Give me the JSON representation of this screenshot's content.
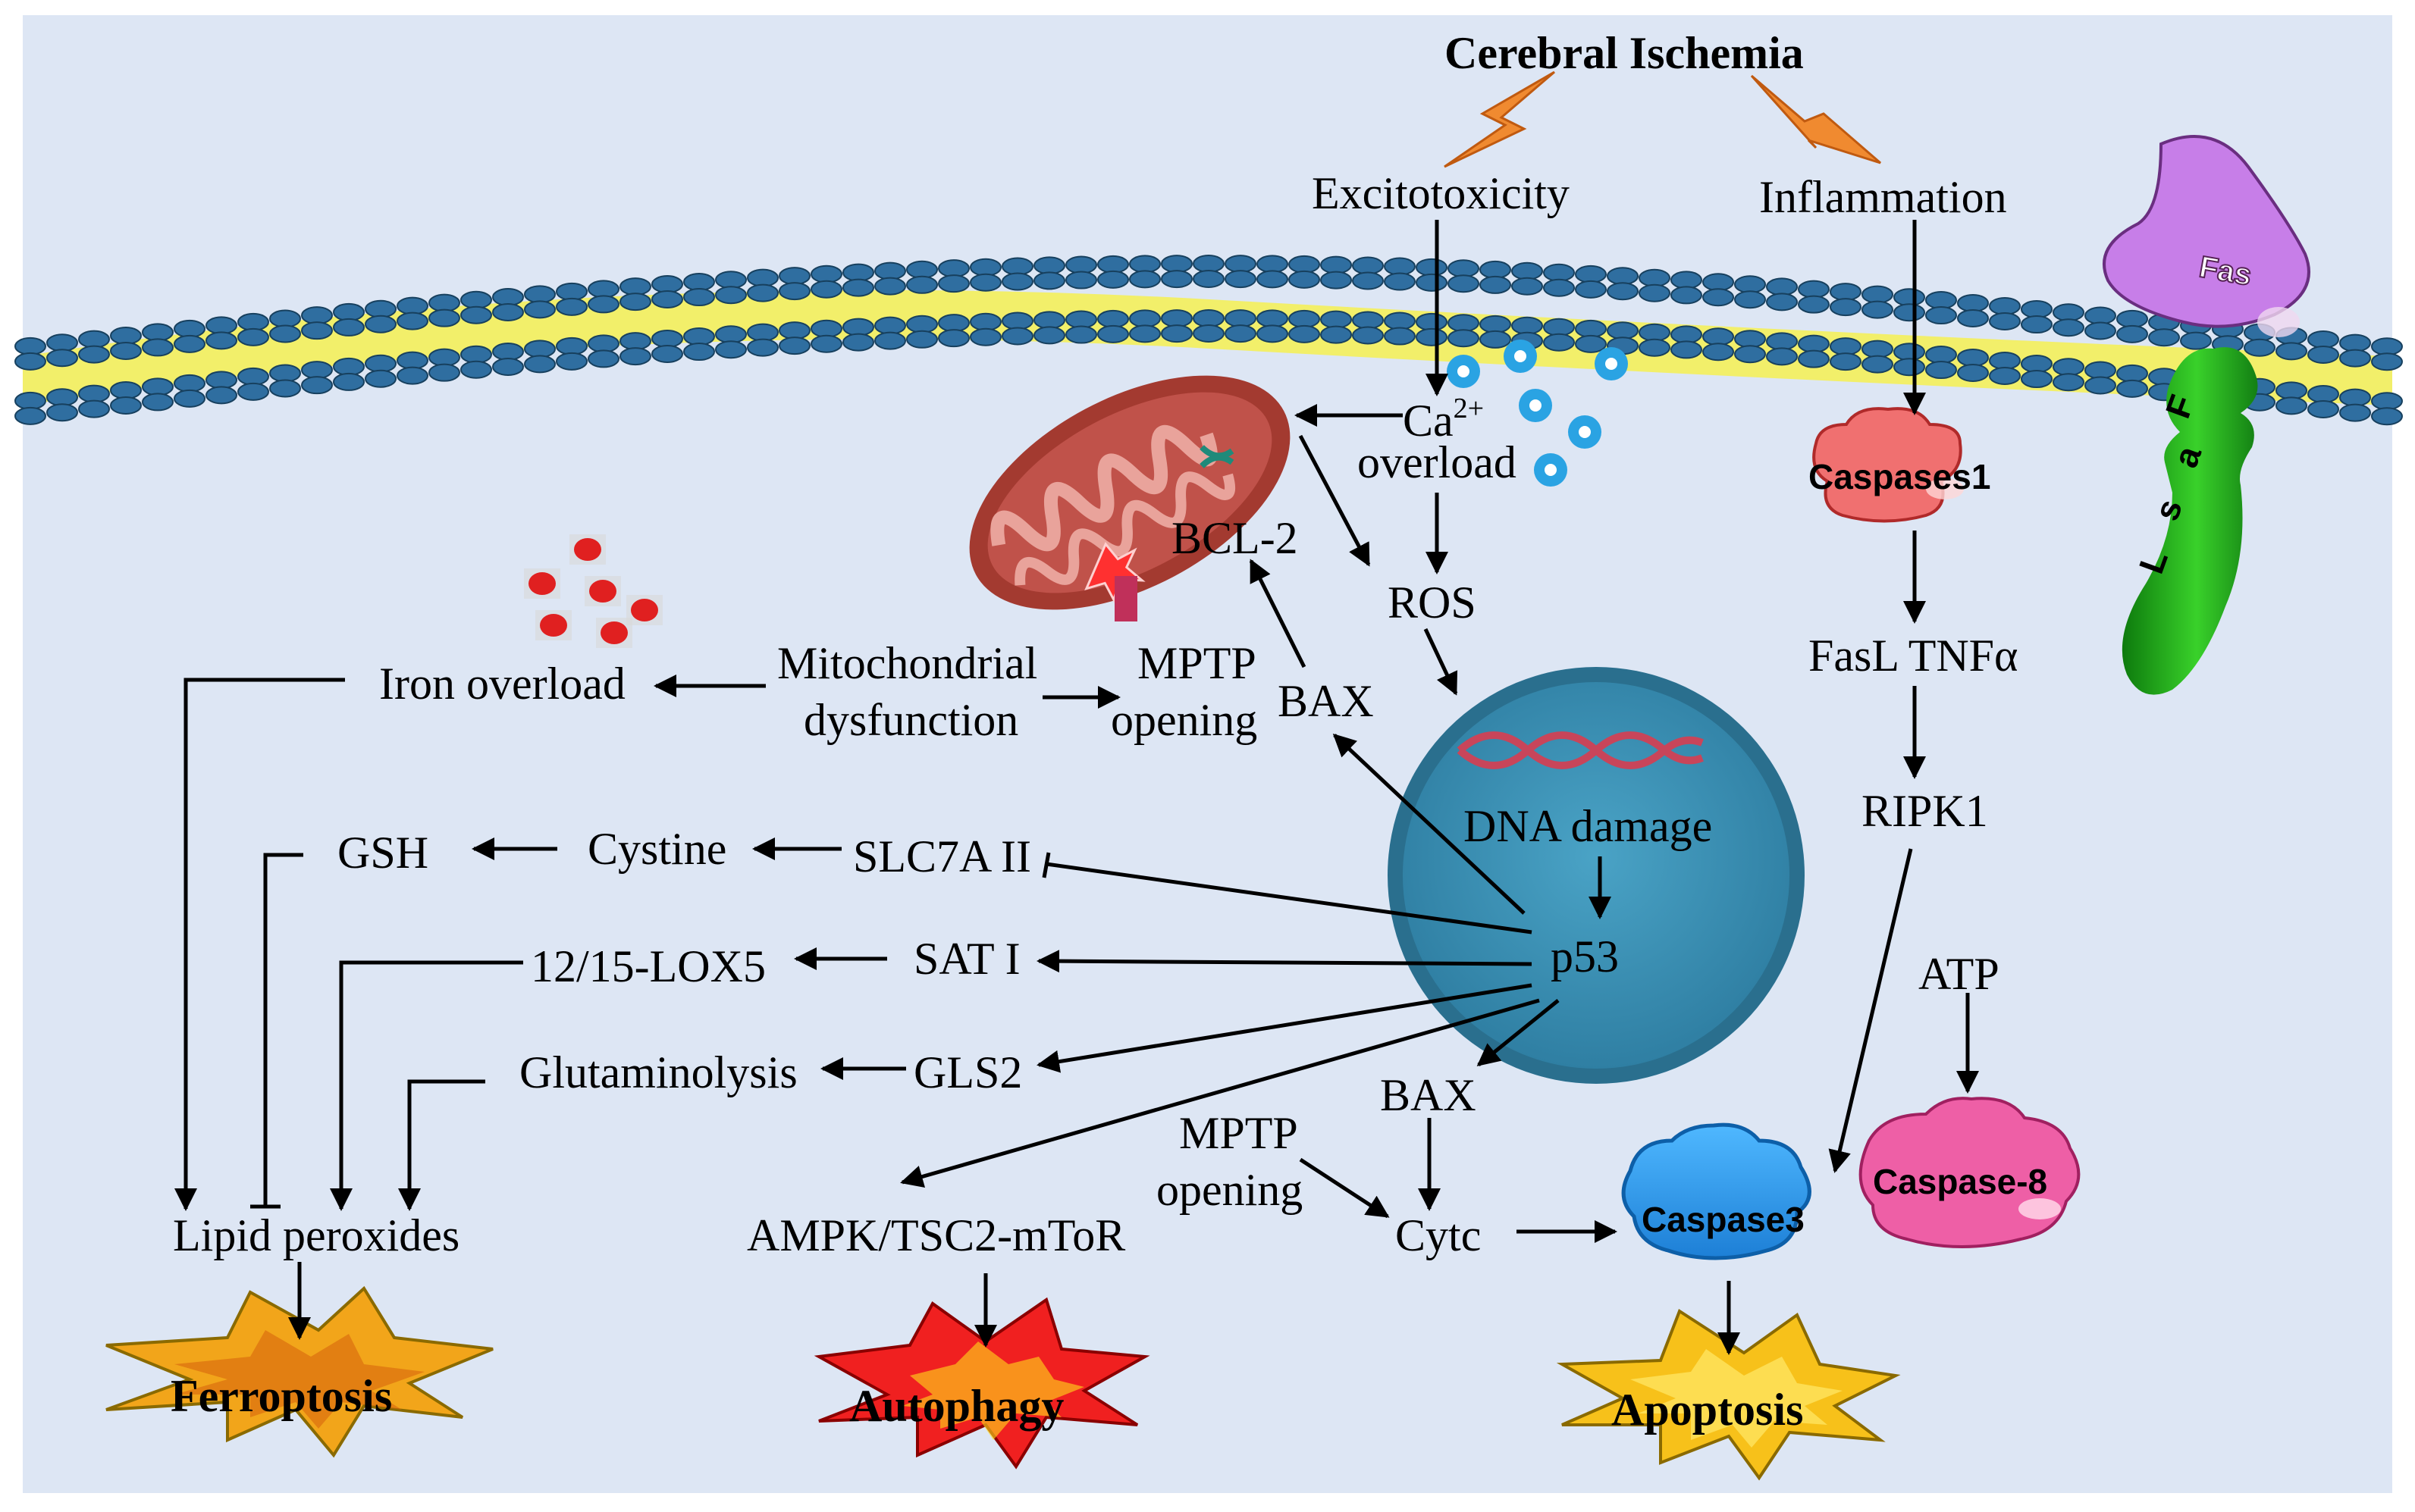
{
  "diagram": {
    "title": "Cerebral Ischemia",
    "colors": {
      "background": "#dde6f4",
      "membrane_head": "#2f6ea0",
      "membrane_core": "#f2ef6a",
      "mitochondrion": "#a33a30",
      "nucleus": "#3d93b6",
      "calcium": "#2aa3e3",
      "iron": "#e02020",
      "fas": "#c77ee8",
      "fasl": "#2fb320",
      "caspase1": "#f07070",
      "caspase3": "#2b95e8",
      "caspase8": "#ee5fa6",
      "bolt": "#f08a30"
    },
    "triggers": {
      "excitotoxicity": "Excitotoxicity",
      "inflammation": "Inflammation"
    },
    "calcium": {
      "line1": "Ca",
      "superscript": "2+",
      "line2": "overload"
    },
    "mito": {
      "bcl2": "BCL-2",
      "bax_upper": "BAX",
      "mptp_upper_1": "MPTP",
      "mptp_upper_2": "opening",
      "dysfunction_1": "Mitochondrial",
      "dysfunction_2": "dysfunction",
      "ros": "ROS"
    },
    "nucleus": {
      "dna_damage": "DNA damage",
      "p53": "p53"
    },
    "ferroptosis_branch": {
      "iron_overload": "Iron overload",
      "gsh": "GSH",
      "cystine": "Cystine",
      "slc7a": "SLC7A II",
      "lox": "12/15-LOX5",
      "sat": "SAT I",
      "glutaminolysis": "Glutaminolysis",
      "gls2": "GLS2",
      "lipid_peroxides": "Lipid peroxides"
    },
    "autophagy_branch": {
      "ampk": "AMPK/TSC2-mToR"
    },
    "apoptosis_branch": {
      "bax_lower": "BAX",
      "mptp_lower_1": "MPTP",
      "mptp_lower_2": "opening",
      "cytc": "Cytc",
      "atp": "ATP",
      "fasl_tnf": "FasL TNFα",
      "ripk1": "RIPK1"
    },
    "proteins": {
      "fas": "Fas",
      "fasl_letters": [
        "F",
        "a",
        "s",
        "L"
      ],
      "caspase1": "Caspases1",
      "caspase3": "Caspase3",
      "caspase8": "Caspase-8"
    },
    "outcomes": {
      "ferroptosis": "Ferroptosis",
      "autophagy": "Autophagy",
      "apoptosis": "Apoptosis"
    }
  }
}
